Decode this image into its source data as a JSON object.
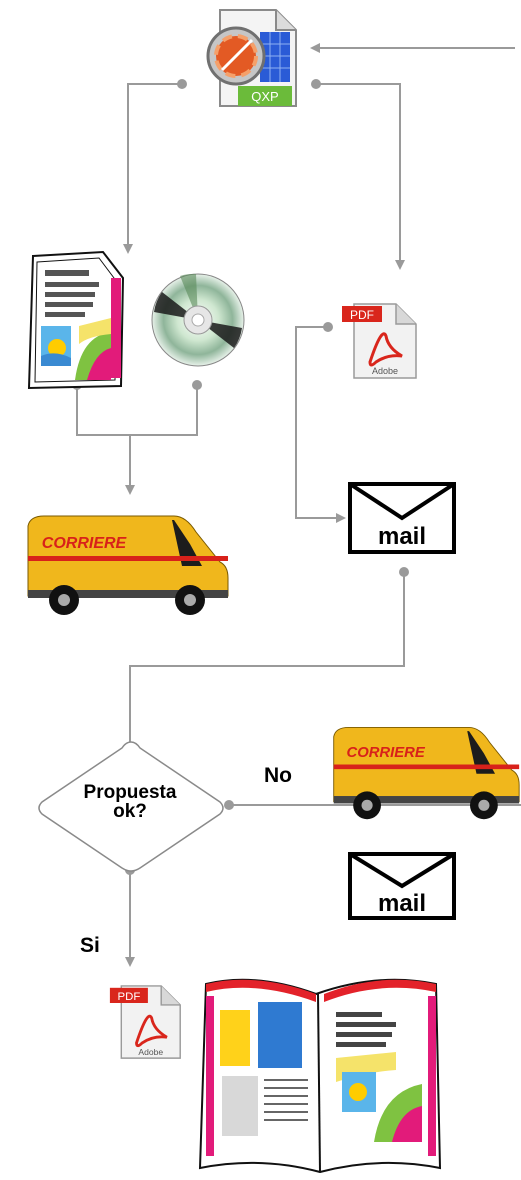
{
  "file_icon": {
    "badge": "QXP",
    "icon": "quark-document-icon"
  },
  "pdf_icon": {
    "badge": "PDF",
    "brand": "Adobe",
    "icon": "pdf-document-icon"
  },
  "mail_icon": {
    "label": "mail",
    "icon": "envelope-icon"
  },
  "van": {
    "label": "CORRIERE",
    "icon": "courier-van-icon"
  },
  "decision": {
    "line1": "Propuesta",
    "line2": "ok?"
  },
  "branch_no": "No",
  "branch_yes": "Si",
  "colors": {
    "wire": "#9a9a9a",
    "van_body": "#f0b71c",
    "van_stripe": "#d8211a",
    "pdf_red": "#d9261c"
  }
}
